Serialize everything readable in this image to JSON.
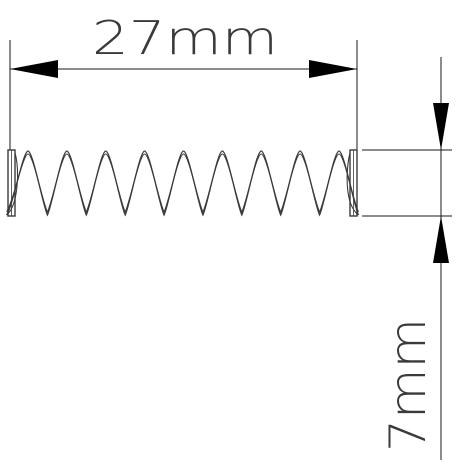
{
  "dimensions": {
    "length_label": "27mm",
    "diameter_label": "7mm"
  },
  "spring": {
    "active_coils": 9,
    "stroke_color": "#3a3a3a"
  },
  "colors": {
    "line": "#1a1a1a",
    "arrow": "#000000",
    "text": "#3a3a3a"
  }
}
